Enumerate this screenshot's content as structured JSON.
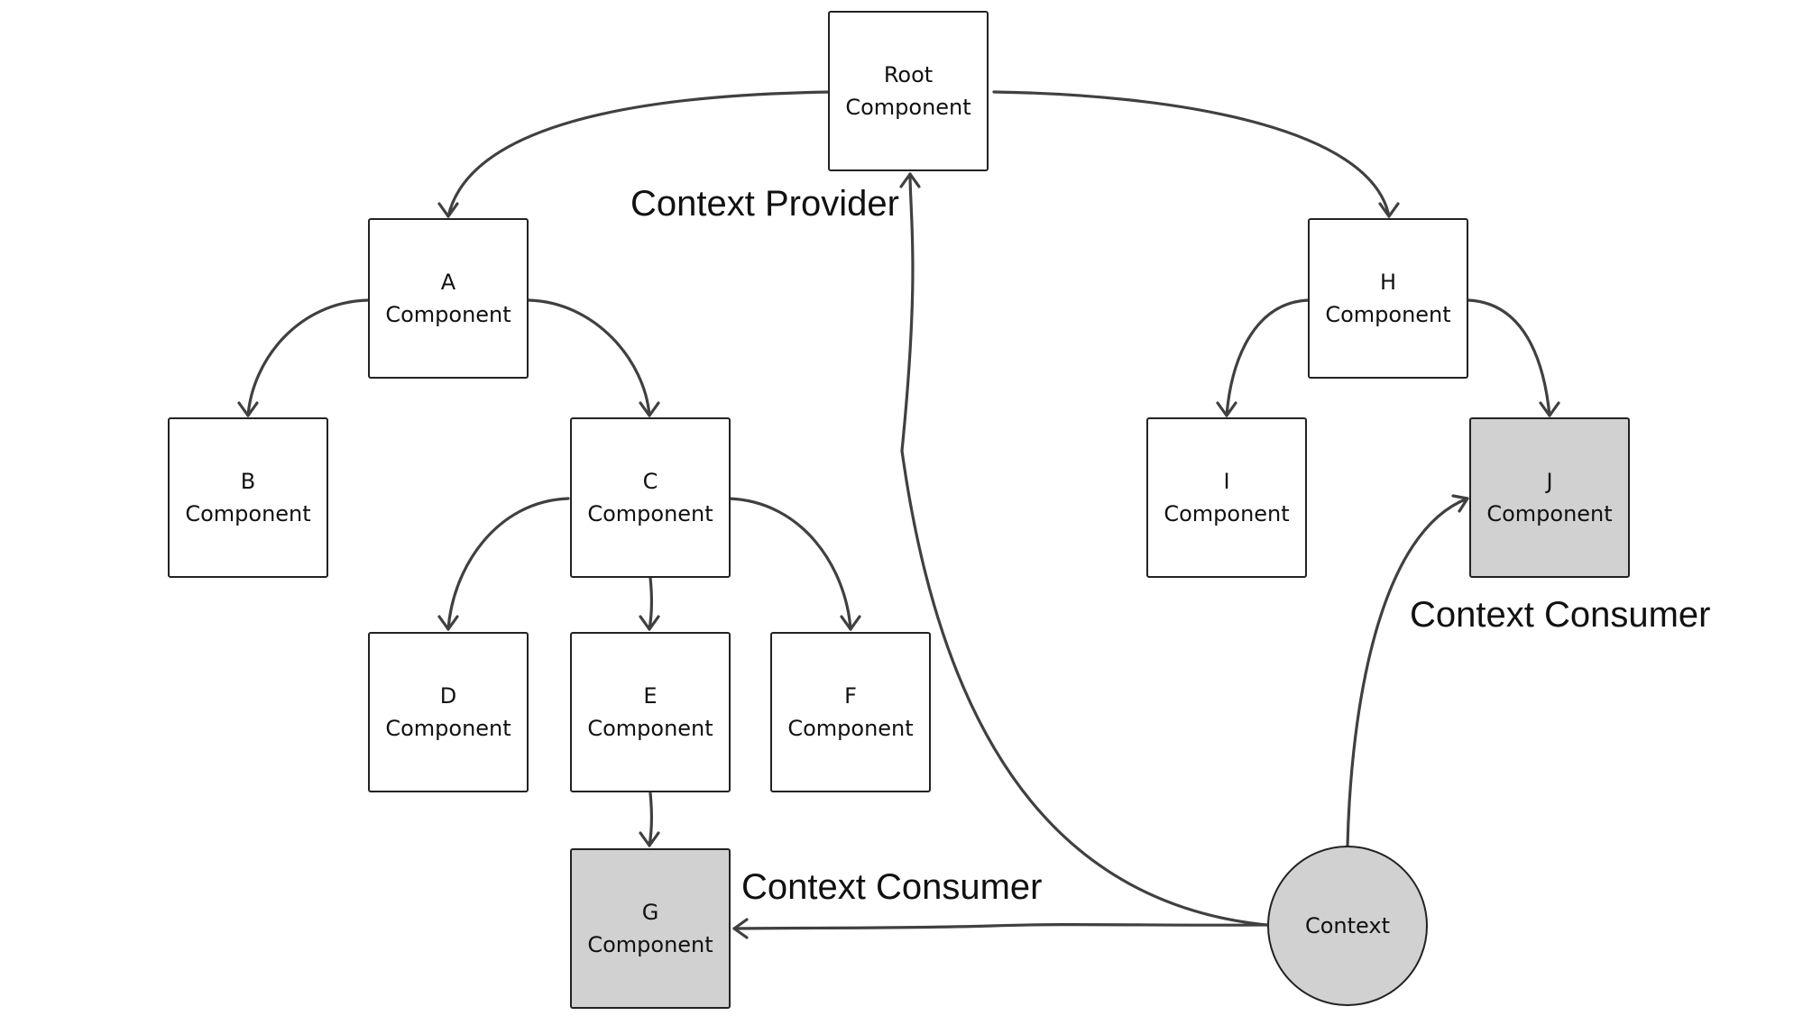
{
  "diagram": {
    "nodes": {
      "root": {
        "line1": "Root",
        "line2": "Component"
      },
      "a": {
        "line1": "A",
        "line2": "Component"
      },
      "b": {
        "line1": "B",
        "line2": "Component"
      },
      "c": {
        "line1": "C",
        "line2": "Component"
      },
      "d": {
        "line1": "D",
        "line2": "Component"
      },
      "e": {
        "line1": "E",
        "line2": "Component"
      },
      "f": {
        "line1": "F",
        "line2": "Component"
      },
      "g": {
        "line1": "G",
        "line2": "Component"
      },
      "h": {
        "line1": "H",
        "line2": "Component"
      },
      "i": {
        "line1": "I",
        "line2": "Component"
      },
      "j": {
        "line1": "J",
        "line2": "Component"
      },
      "context": {
        "label": "Context"
      }
    },
    "annotations": {
      "provider": "Context Provider",
      "consumer_j": "Context Consumer",
      "consumer_g": "Context Consumer"
    },
    "colors": {
      "consumer_fill": "#d2d1d1",
      "node_fill": "#ffffff",
      "stroke": "#404040"
    }
  }
}
